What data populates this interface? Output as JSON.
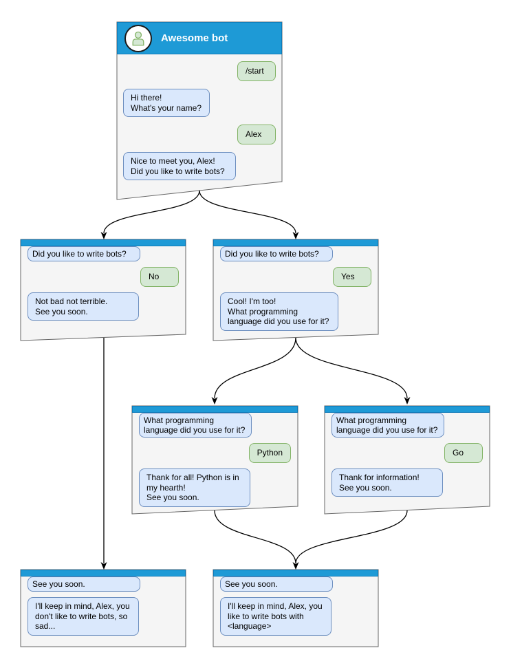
{
  "diagram": {
    "bot_name": "Awesome bot",
    "windows": {
      "main": {
        "title": "Awesome bot",
        "user_start": "/start",
        "bot_greeting": "Hi there!\nWhat's your name?",
        "user_name": "Alex",
        "bot_question": "Nice to meet you, Alex!\nDid you like to write bots?"
      },
      "branch_no": {
        "question": "Did you like to write bots?",
        "answer": "No",
        "reply": "Not bad not terrible.\nSee you soon."
      },
      "branch_yes": {
        "question": "Did you like to write bots?",
        "answer": "Yes",
        "reply": "Cool! I'm too!\nWhat programming\nlanguage did you use for it?"
      },
      "branch_python": {
        "question": "What programming\nlanguage did you use for it?",
        "answer": "Python",
        "reply": "Thank for all! Python is in\nmy hearth!\nSee you soon."
      },
      "branch_go": {
        "question": "What programming\nlanguage did you use for it?",
        "answer": "Go",
        "reply": "Thank for information!\nSee you soon."
      },
      "end_no": {
        "question": "See you soon.",
        "reply": "I'll keep in mind, Alex, you\ndon't like to write bots, so\nsad..."
      },
      "end_yes": {
        "question": "See you soon.",
        "reply": "I'll keep in mind, Alex, you\nlike to write bots with\n<language>"
      }
    },
    "colors": {
      "titlebar_blue": "#1e9ad6",
      "titlebar_border": "#0e7ab8",
      "window_fill": "#f5f5f5",
      "window_border": "#666666",
      "bot_bubble_fill": "#dae8fc",
      "bot_bubble_border": "#6c8ebf",
      "user_bubble_fill": "#d5e8d4",
      "user_bubble_border": "#82b366",
      "avatar_person_fill": "#d5e8d4",
      "avatar_person_stroke": "#82b366",
      "arrow_color": "#000000",
      "title_text": "#ffffff"
    }
  }
}
